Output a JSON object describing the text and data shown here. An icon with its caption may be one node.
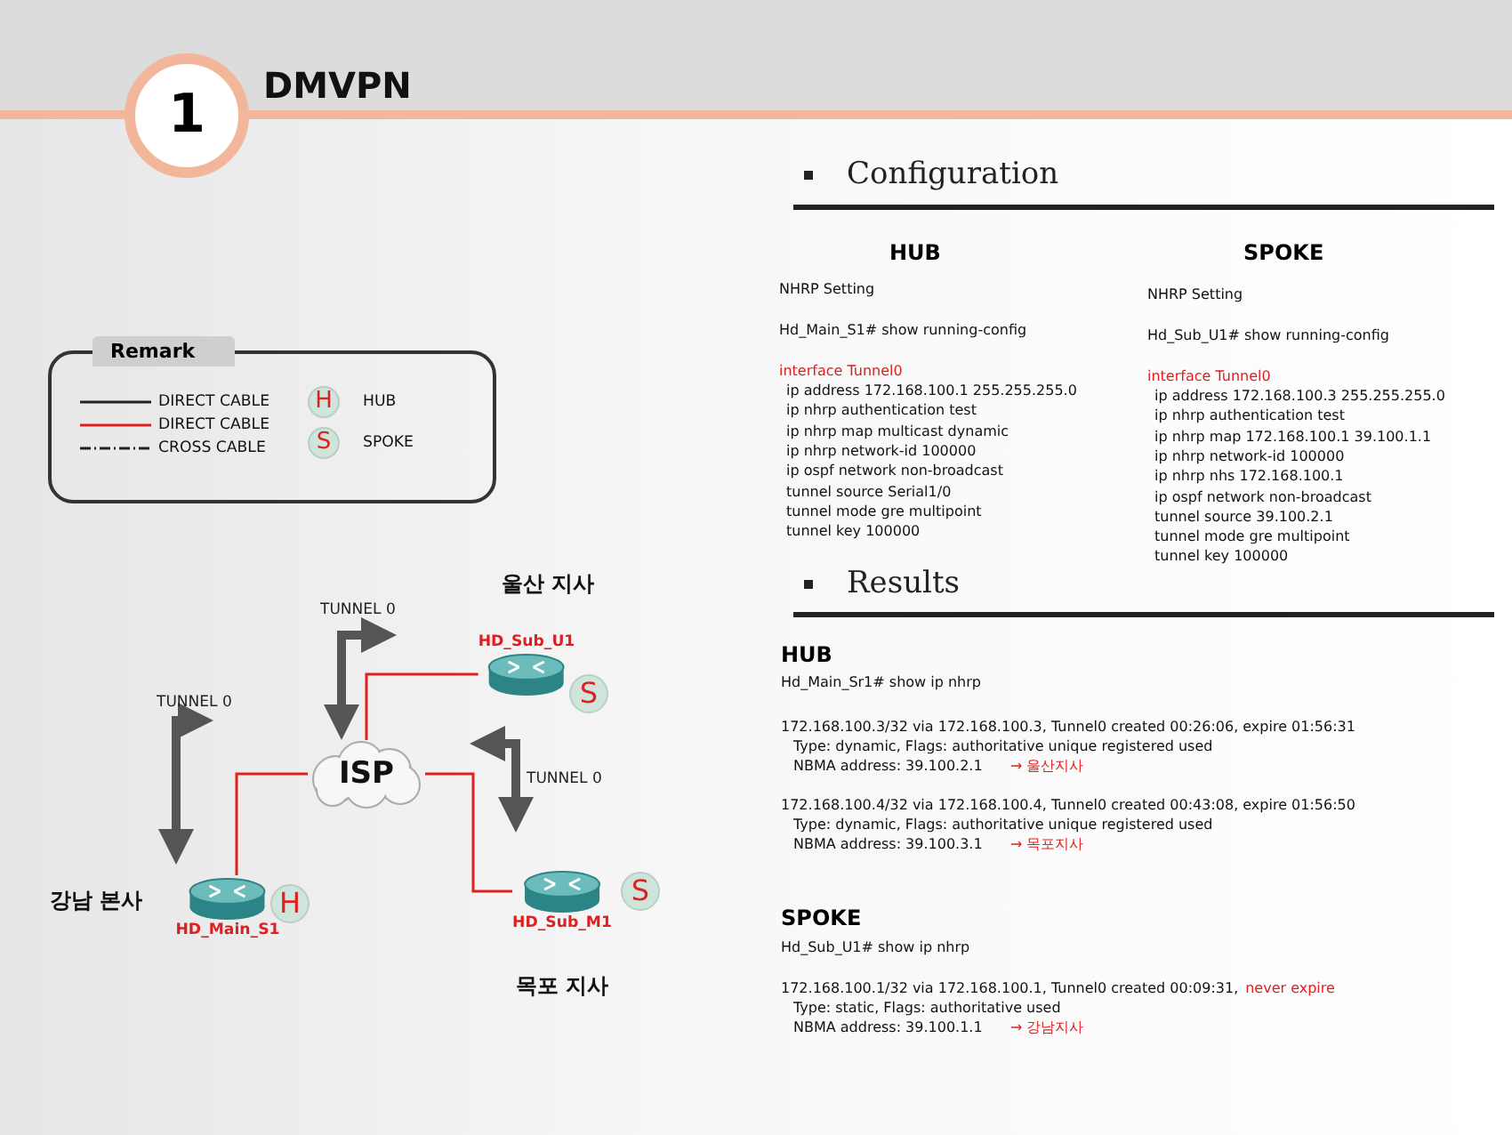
{
  "diagram": {
    "title": "DMVPN",
    "nodes": [
      {
        "text": [
          "HD_Sub_U1"
        ],
        "beside": [
          "울산 지사",
          "S"
        ]
      },
      {
        "text": [
          "ISP"
        ]
      },
      {
        "text": [
          "HD_Main_S1"
        ],
        "beside": [
          "강남 본사",
          "H"
        ]
      },
      {
        "text": [
          "HD_Sub_M1"
        ],
        "beside": [
          "목포 지사",
          "S"
        ]
      }
    ],
    "edges": [
      {
        "from": 1,
        "to": 2,
        "arrow": "none"
      },
      {
        "from": 1,
        "to": 0,
        "arrow": "none"
      },
      {
        "from": 1,
        "to": 3,
        "arrow": "none"
      }
    ],
    "labels": [
      "1",
      "Remark",
      "H",
      "S",
      "TUNNEL 0",
      "TUNNEL 0",
      "TUNNEL 0",
      "Configuration",
      "HUB",
      "SPOKE",
      "NHRP Setting",
      "Hd_Main_S1# show running-config",
      "interface Tunnel0",
      "ip address 172.168.100.1 255.255.255.0",
      "ip nhrp authentication test",
      "ip nhrp map multicast dynamic",
      "ip nhrp network-id 100000",
      "ip ospf network non-broadcast",
      "tunnel source Serial1/0",
      "tunnel mode gre multipoint",
      "tunnel key 100000",
      "NHRP Setting",
      "Hd_Sub_U1# show running-config",
      "interface Tunnel0",
      "ip address 172.168.100.3 255.255.255.0",
      "ip nhrp authentication test",
      "ip nhrp map 172.168.100.1 39.100.1.1",
      "ip nhrp network-id 100000",
      "ip nhrp nhs 172.168.100.1",
      "ip ospf network non-broadcast",
      "tunnel source 39.100.2.1",
      "tunnel mode gre multipoint",
      "tunnel key 100000",
      "Results",
      "HUB",
      "Hd_Main_Sr1# show ip nhrp",
      "172.168.100.3/32 via 172.168.100.3, Tunnel0 created 00:26:06, expire 01:56:31",
      "Type: dynamic, Flags: authoritative unique registered used",
      "NBMA address: 39.100.2.1",
      "→ 울산지사",
      "172.168.100.4/32 via 172.168.100.4, Tunnel0 created 00:43:08, expire 01:56:50",
      "Type: dynamic, Flags: authoritative unique registered used",
      "NBMA address: 39.100.3.1",
      "→ 목포지사",
      "SPOKE",
      "Hd_Sub_U1# show ip nhrp",
      "172.168.100.1/32 via 172.168.100.1, Tunnel0 created 00:09:31,",
      "never expire",
      "Type: static, Flags: authoritative used",
      "NBMA address: 39.100.1.1",
      "→ 강남지사"
    ],
    "legend": [
      {
        "text": "DIRECT CABLE"
      },
      {
        "text": "DIRECT CABLE"
      },
      {
        "text": "CROSS CABLE"
      },
      {
        "text": "HUB"
      },
      {
        "text": "SPOKE"
      }
    ]
  }
}
